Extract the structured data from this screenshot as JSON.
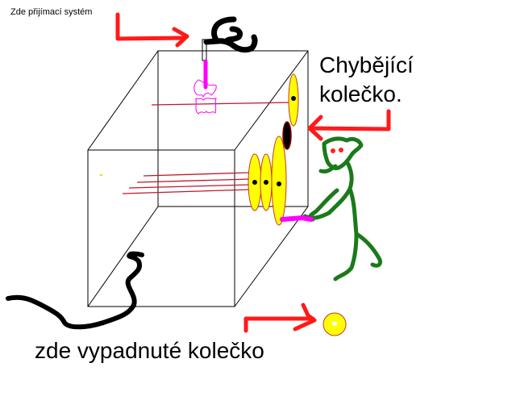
{
  "labels": {
    "receiving_system": "Zde přijímací systém",
    "missing_wheel_line1": "Chybějící",
    "missing_wheel_line2": "kolečko.",
    "fallen_wheel": "zde vypadnuté kolečko"
  },
  "colors": {
    "background": "#ffffff",
    "arrow": "#ff1a1a",
    "outline": "#000000",
    "wheel_fill": "#ffff00",
    "wheel_border": "#c0392b",
    "laser": "#c0182b",
    "probe": "#ff00ff",
    "figure": "#1a7a1a",
    "eyes": "#ff2020"
  },
  "elements": {
    "cube": "wireframe-box",
    "wheels_installed": 4,
    "wheel_missing": 1,
    "figure": "green-stick-figure"
  }
}
